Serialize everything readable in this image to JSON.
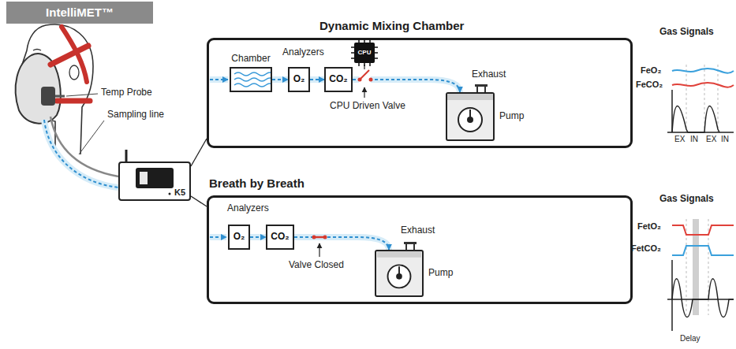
{
  "diagram": {
    "nodes": [
      {
        "text": [
          "IntelliMET™"
        ]
      },
      {
        "text": [
          "K5"
        ]
      },
      {
        "text": [
          "Dynamic Mixing Chamber"
        ]
      },
      {
        "text": [
          "Chamber"
        ],
        "in": 2
      },
      {
        "text": [
          "O₂"
        ],
        "in": 2
      },
      {
        "text": [
          "CO₂"
        ],
        "in": 2
      },
      {
        "text": [
          "CPU"
        ],
        "in": 2
      },
      {
        "text": [
          "Pump"
        ],
        "in": 2
      },
      {
        "text": [
          "Breath by Breath"
        ]
      },
      {
        "text": [
          "O₂"
        ],
        "in": 8
      },
      {
        "text": [
          "CO₂"
        ],
        "in": 8
      },
      {
        "text": [
          "Pump"
        ],
        "in": 8
      }
    ],
    "edges": [
      {
        "from": 3,
        "to": 4,
        "arrow": "to"
      },
      {
        "from": 4,
        "to": 5,
        "arrow": "to"
      },
      {
        "from": 5,
        "to": 7,
        "arrow": "to"
      },
      {
        "from": 9,
        "to": 10,
        "arrow": "to"
      },
      {
        "from": 10,
        "to": 11,
        "arrow": "to"
      },
      {
        "from": 1,
        "to": 2,
        "arrow": "none"
      },
      {
        "from": 1,
        "to": 8,
        "arrow": "none"
      }
    ],
    "labels": [
      "Temp Probe",
      "Sampling line",
      "Analyzers",
      "CPU Driven Valve",
      "Exhaust",
      "Gas Signals",
      "FeO₂",
      "FeCO₂",
      "EX",
      "IN",
      "EX",
      "IN",
      "Analyzers",
      "Valve Closed",
      "Exhaust",
      "Gas Signals",
      "FetO₂",
      "FetCO₂",
      "Delay"
    ]
  }
}
